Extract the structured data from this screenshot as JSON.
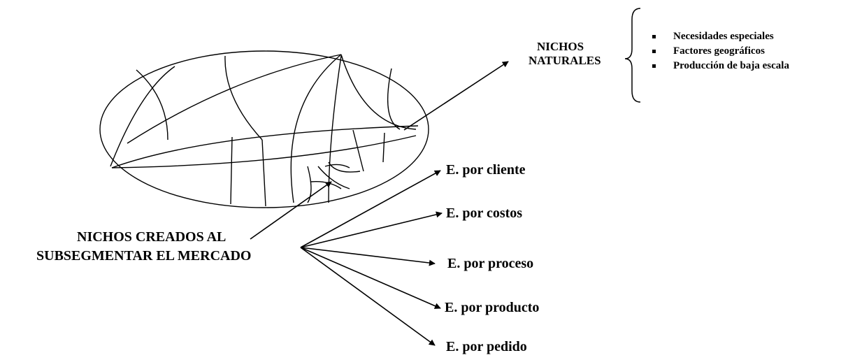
{
  "natural_niches": {
    "label_line1": "NICHOS",
    "label_line2": "NATURALES",
    "items": [
      "Necesidades especiales",
      "Factores geográficos",
      "Producción de baja escala"
    ]
  },
  "created_niches": {
    "label_line1": "NICHOS CREADOS AL",
    "label_line2": "SUBSEGMENTAR EL MERCADO"
  },
  "strategies": [
    "E.  por cliente",
    "E.  por costos",
    "E.  por proceso",
    "E.  por producto",
    "E.  por pedido"
  ],
  "colors": {
    "ink": "#000000",
    "background": "#ffffff"
  }
}
